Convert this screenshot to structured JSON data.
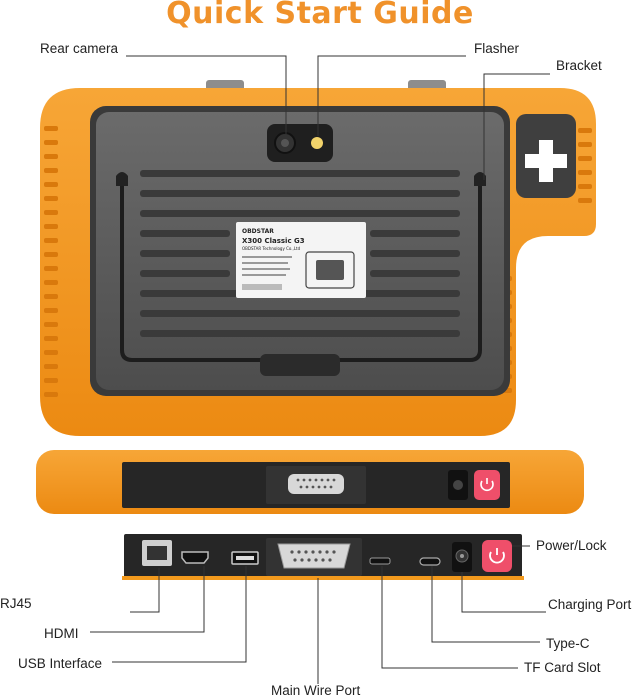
{
  "title": "Quick Start Guide",
  "labels": {
    "rear_camera": "Rear camera",
    "flasher": "Flasher",
    "bracket": "Bracket",
    "power_lock": "Power/Lock",
    "charging_port": "Charging Port",
    "type_c": "Type-C",
    "tf_card_slot": "TF Card Slot",
    "main_wire_port": "Main Wire Port",
    "rj45": "RJ45",
    "hdmi": "HDMI",
    "usb_interface": "USB Interface"
  },
  "sticker": {
    "brand": "OBDSTAR",
    "model": "X300 Classic G3",
    "company": "OBDSTAR Technology Co.,Ltd"
  },
  "colors": {
    "accent_orange": "#f0922b",
    "case_orange": "#f39a1d",
    "back_gray": "#5a5a5a",
    "power_button": "#ef4f6a"
  }
}
